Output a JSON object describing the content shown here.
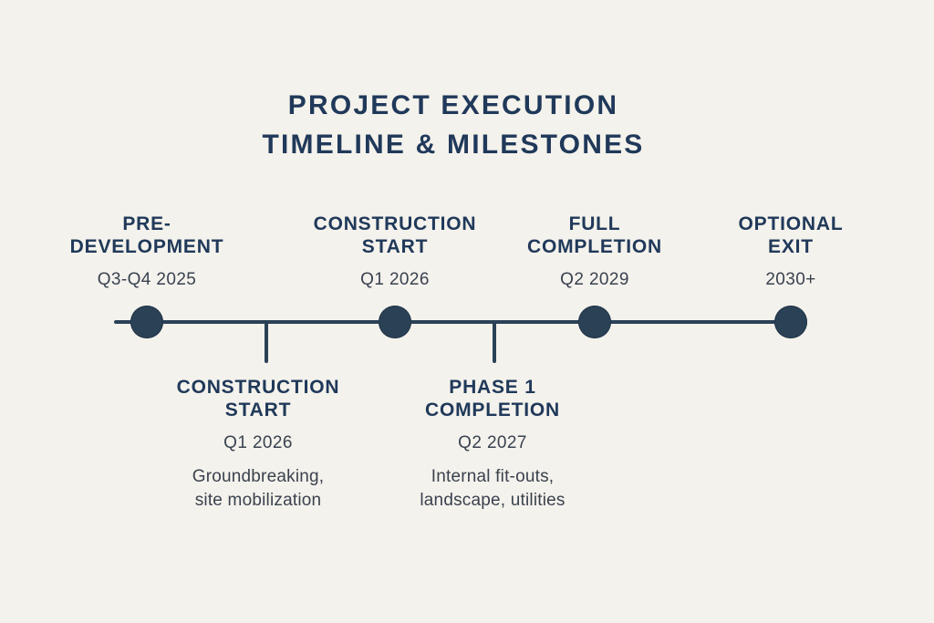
{
  "palette": {
    "background": "#f4f2ec",
    "heading_navy": "#20395a",
    "line_and_dot_navy": "#2b4156",
    "body_text": "#3a424e"
  },
  "title": "PROJECT EXECUTION\nTIMELINE & MILESTONES",
  "timeline": {
    "top_milestones": [
      {
        "label": "PRE-\nDEVELOPMENT",
        "date": "Q3-Q4 2025"
      },
      {
        "label": "CONSTRUCTION\nSTART",
        "date": "Q1 2026"
      },
      {
        "label": "FULL\nCOMPLETION",
        "date": "Q2 2029"
      },
      {
        "label": "OPTIONAL\nEXIT",
        "date": "2030+"
      }
    ],
    "bottom_milestones": [
      {
        "label": "CONSTRUCTION\nSTART",
        "date": "Q1 2026",
        "description": "Groundbreaking,\nsite mobilization"
      },
      {
        "label": "PHASE 1\nCOMPLETION",
        "date": "Q2 2027",
        "description": "Internal fit-outs,\nlandscape, utilities"
      }
    ]
  }
}
